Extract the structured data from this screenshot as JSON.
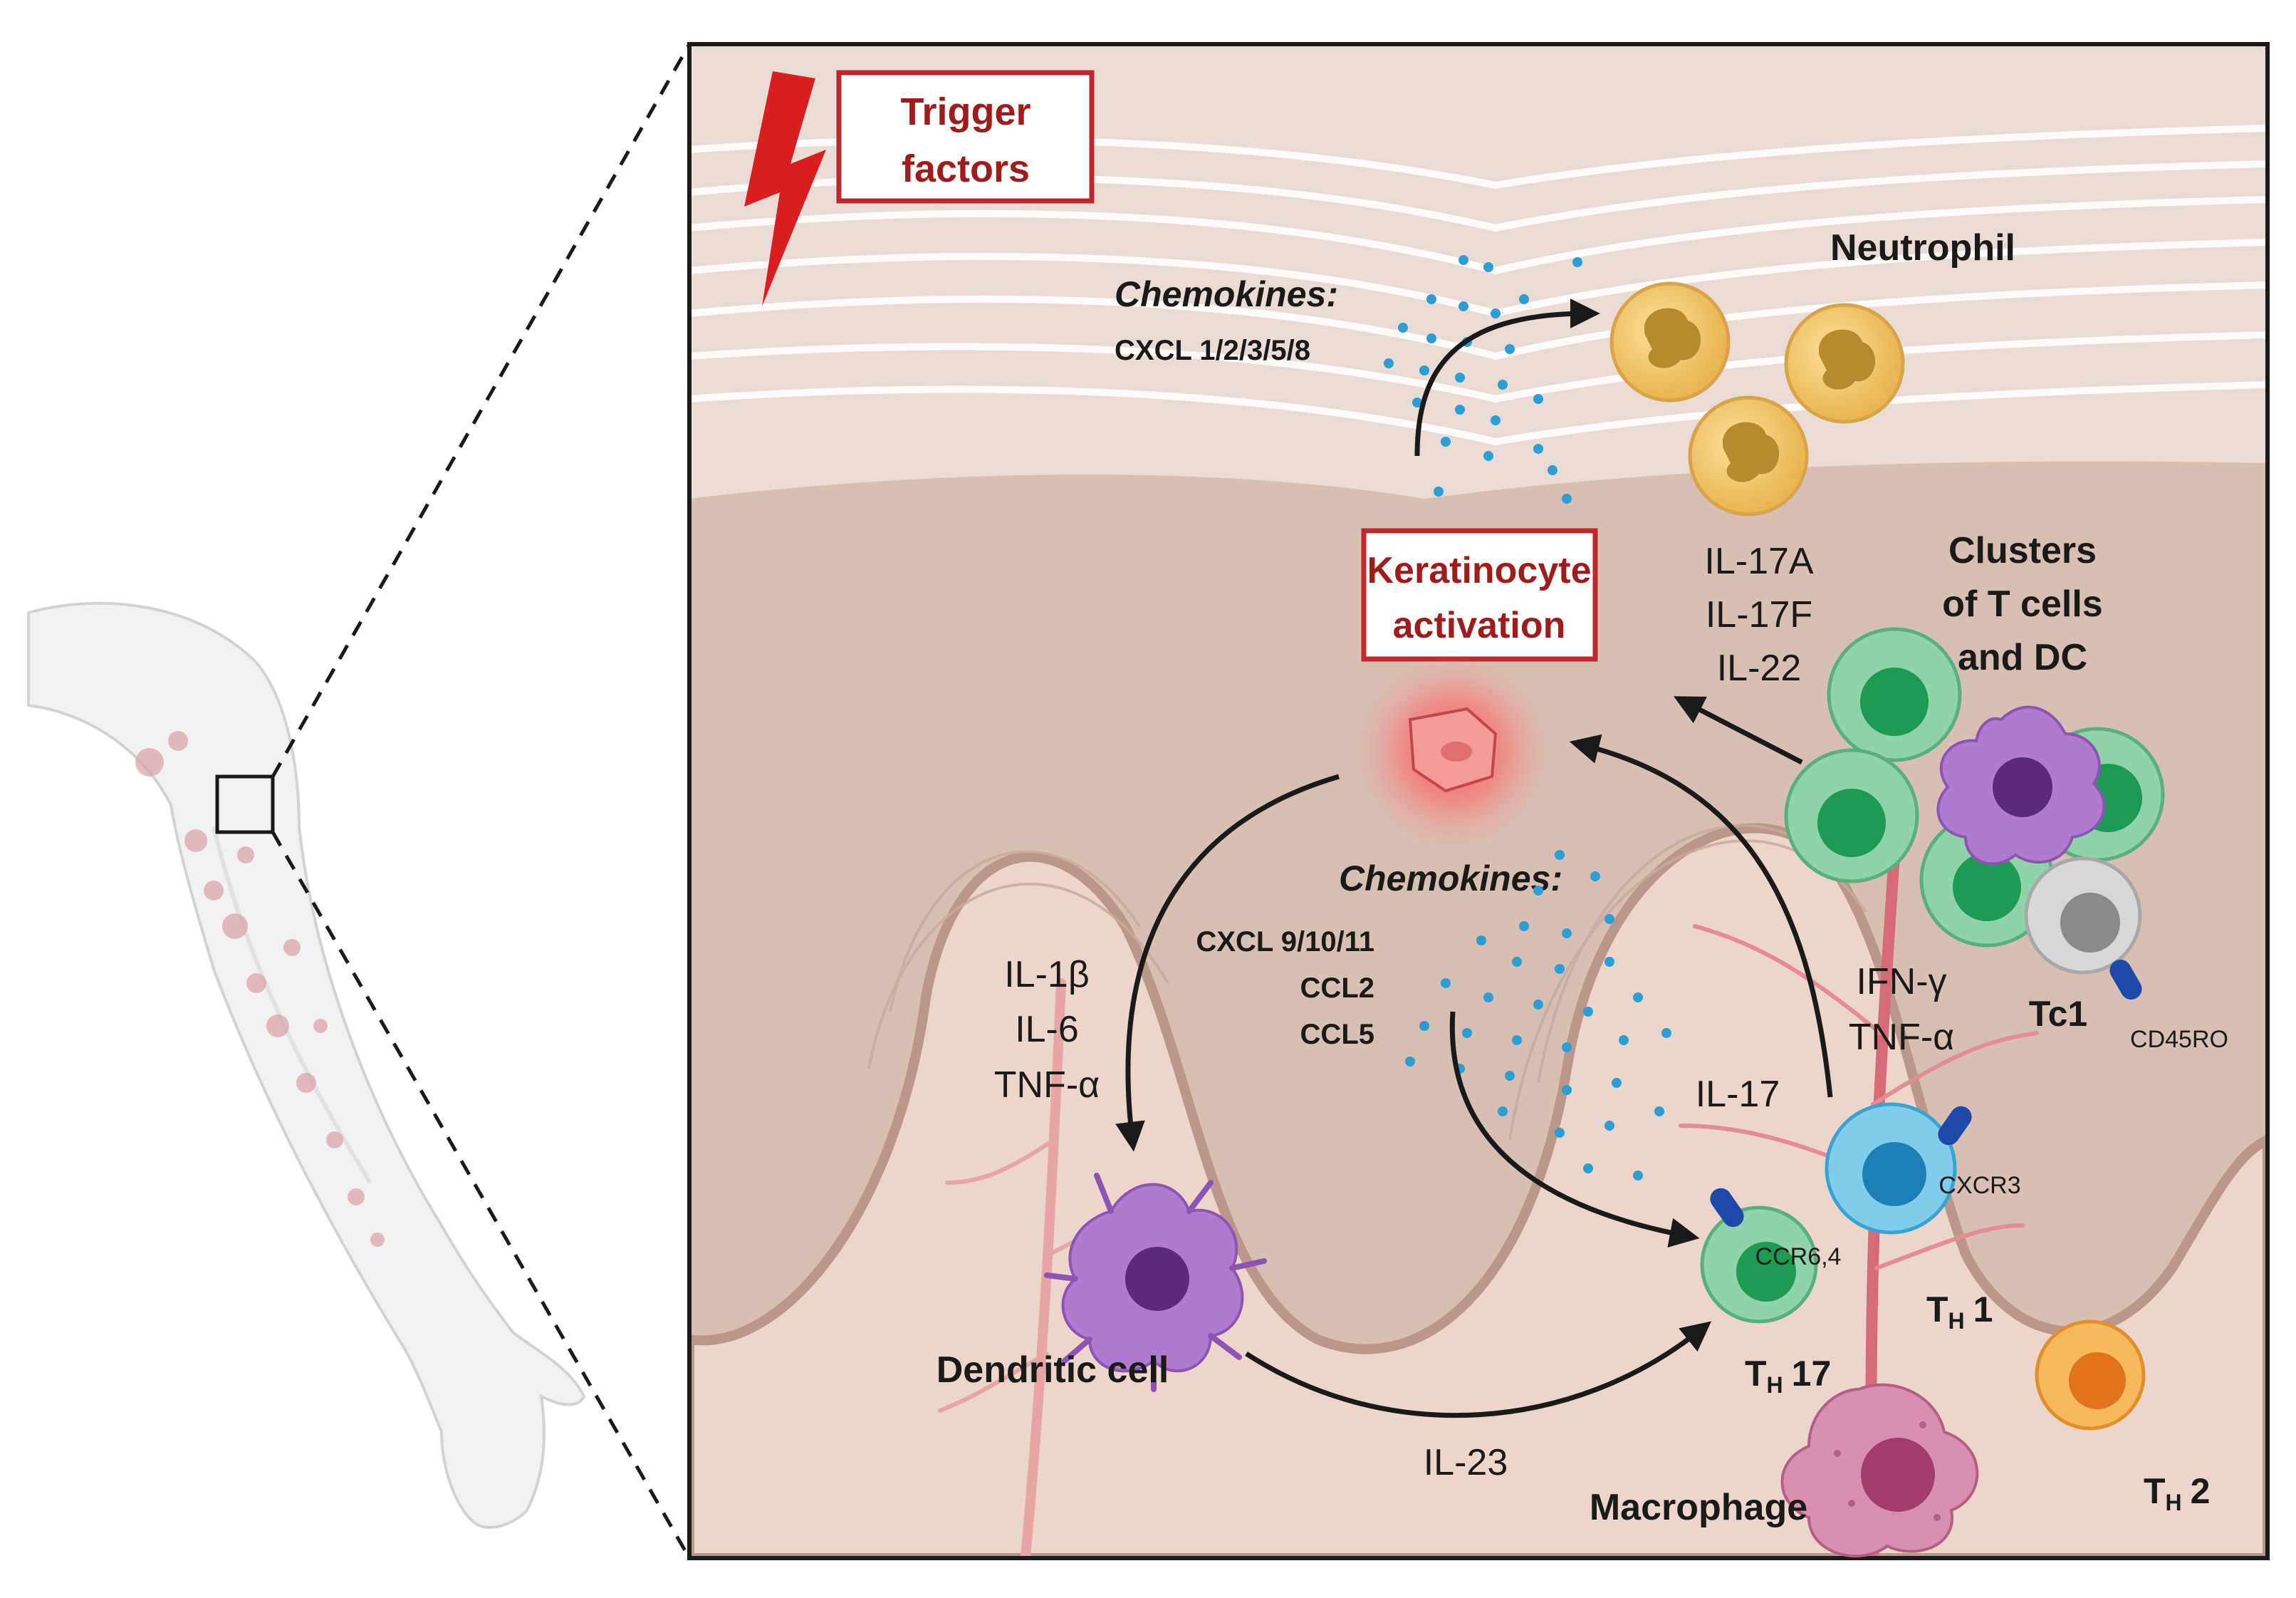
{
  "trigger": {
    "line1": "Trigger",
    "line2": "factors"
  },
  "keratinocyte": {
    "line1": "Keratinocyte",
    "line2": "activation"
  },
  "chemokines_top": {
    "title": "Chemokines:",
    "list": "CXCL 1/2/3/5/8"
  },
  "neutrophil_label": "Neutrophil",
  "il17_group": {
    "a": "IL-17A",
    "f": "IL-17F",
    "il22": "IL-22"
  },
  "clusters": {
    "line1": "Clusters",
    "line2": "of T cells",
    "line3": "and DC"
  },
  "chemokines_mid": {
    "title": "Chemokines:",
    "cxcl": "CXCL 9/10/11",
    "ccl2": "CCL2",
    "ccl5": "CCL5"
  },
  "dc_cytokines": {
    "il1b": "IL-1β",
    "il6": "IL-6",
    "tnfa": "TNF-α"
  },
  "th1_cytokines": {
    "ifng": "IFN-γ",
    "tnfa": "TNF-α"
  },
  "il17_small": "IL-17",
  "tc1": {
    "label": "Tc1",
    "marker": "CD45RO"
  },
  "cxcr3": "CXCR3",
  "ccr64": "CCR6,4",
  "th1": {
    "t": "T",
    "sub": "H",
    "num": "1"
  },
  "th17": {
    "t": "T",
    "sub": "H",
    "num": "17"
  },
  "th2": {
    "t": "T",
    "sub": "H",
    "num": "2"
  },
  "dendritic_label": "Dendritic cell",
  "il23": "IL-23",
  "macrophage_label": "Macrophage",
  "colors": {
    "trigger_red": "#d81e1e",
    "box_red": "#c0272d",
    "text_red": "#9e1c1c",
    "chemokine_blue": "#2b9fd4",
    "neutrophil": "#f2c766",
    "t_cell_green": "#6cc591",
    "dc_purple": "#9a5fbf",
    "th1_blue": "#56bde6",
    "th2_orange": "#f0a54a",
    "macrophage": "#c46a8f",
    "tc1_grey": "#c9c9c9"
  }
}
